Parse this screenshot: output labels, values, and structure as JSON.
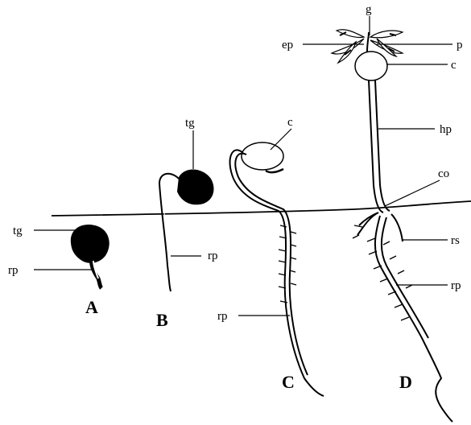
{
  "figure": {
    "stages": [
      {
        "id": "A",
        "letter": "A",
        "labels": {
          "tg": "tg",
          "rp": "rp"
        }
      },
      {
        "id": "B",
        "letter": "B",
        "labels": {
          "tg": "tg",
          "rp": "rp"
        }
      },
      {
        "id": "C",
        "letter": "C",
        "labels": {
          "c": "c",
          "rp": "rp"
        }
      },
      {
        "id": "D",
        "letter": "D",
        "labels": {
          "g": "g",
          "ep": "ep",
          "p": "p",
          "c": "c",
          "hp": "hp",
          "co": "co",
          "rs": "rs",
          "rp": "rp"
        }
      }
    ]
  },
  "colors": {
    "ink": "#000000",
    "paper": "#ffffff"
  }
}
